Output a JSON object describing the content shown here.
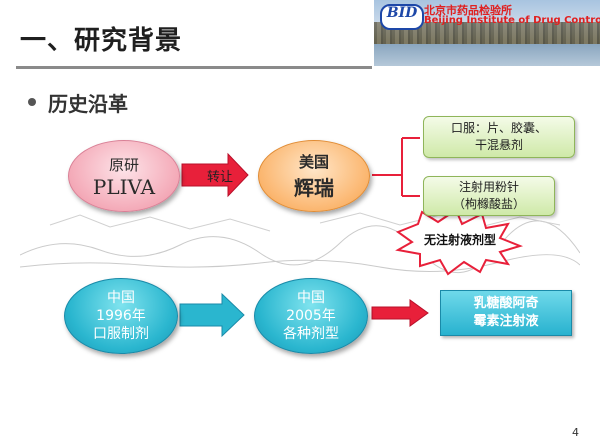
{
  "slide": {
    "title": "一、研究背景",
    "page_number": "4"
  },
  "banner": {
    "logo": "BID",
    "institute_cn": "北京市药品检验所",
    "institute_en": "Beijing Institute of Drug Control"
  },
  "bullet": {
    "text": "历史沿革"
  },
  "top_flow": {
    "origin": {
      "line1": "原研",
      "line2": "PLIVA"
    },
    "arrow_label": "转让",
    "target": {
      "line1": "美国",
      "line2": "辉瑞"
    },
    "products": [
      {
        "line1": "口服：片、胶囊、",
        "line2": "干混悬剂"
      },
      {
        "line1": "注射用粉针",
        "line2": "（枸橼酸盐）"
      }
    ],
    "callout": "无注射液剂型"
  },
  "bottom_flow": {
    "step1": {
      "line1": "中国",
      "line2": "1996年",
      "line3": "口服制剂"
    },
    "step2": {
      "line1": "中国",
      "line2": "2005年",
      "line3": "各种剂型"
    },
    "result": {
      "line1": "乳糖酸阿奇",
      "line2": "霉素注射液"
    }
  },
  "colors": {
    "pink_oval": "#f4aab8",
    "orange_oval": "#fbb66f",
    "blue_oval": "#2ab6cf",
    "green_box": "#cfe9a8",
    "arrow_red": "#e8203a",
    "arrow_blue": "#2ab6cf",
    "brand_red": "#e02020",
    "brand_blue": "#1d47a8"
  }
}
